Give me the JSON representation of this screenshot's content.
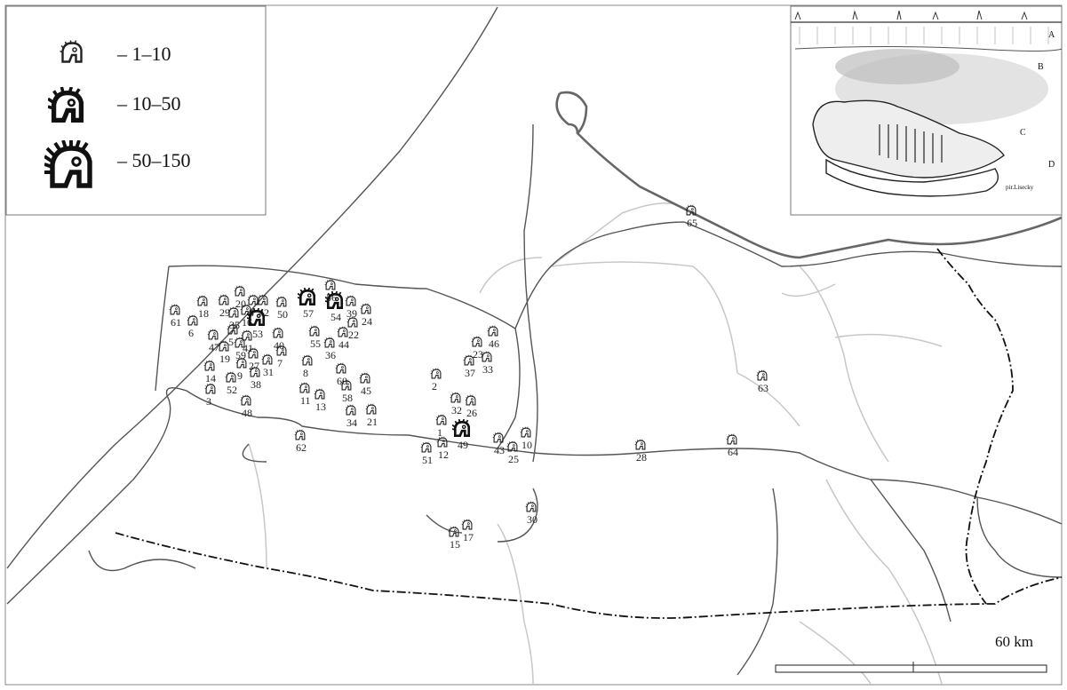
{
  "legend": {
    "entries": [
      {
        "size": "small",
        "label": "– 1–10"
      },
      {
        "size": "medium",
        "label": "– 10–50"
      },
      {
        "size": "large",
        "label": "– 50–150"
      }
    ]
  },
  "scale": {
    "label": "60 km"
  },
  "inset": {
    "layer_labels": [
      "A",
      "B",
      "C",
      "D"
    ],
    "signature": "pir.Lisecky"
  },
  "sites": [
    {
      "id": "1",
      "size": "small"
    },
    {
      "id": "2",
      "size": "small"
    },
    {
      "id": "3",
      "size": "small"
    },
    {
      "id": "4",
      "size": "small"
    },
    {
      "id": "5",
      "size": "small"
    },
    {
      "id": "6",
      "size": "small"
    },
    {
      "id": "7",
      "size": "small"
    },
    {
      "id": "8",
      "size": "small"
    },
    {
      "id": "9",
      "size": "small"
    },
    {
      "id": "10",
      "size": "small"
    },
    {
      "id": "11",
      "size": "small"
    },
    {
      "id": "12",
      "size": "small"
    },
    {
      "id": "13",
      "size": "small"
    },
    {
      "id": "14",
      "size": "small"
    },
    {
      "id": "15",
      "size": "small"
    },
    {
      "id": "16",
      "size": "small"
    },
    {
      "id": "17",
      "size": "small"
    },
    {
      "id": "18",
      "size": "small"
    },
    {
      "id": "19",
      "size": "small"
    },
    {
      "id": "20",
      "size": "small"
    },
    {
      "id": "21",
      "size": "small"
    },
    {
      "id": "22",
      "size": "small"
    },
    {
      "id": "23",
      "size": "small"
    },
    {
      "id": "24",
      "size": "small"
    },
    {
      "id": "25",
      "size": "small"
    },
    {
      "id": "26",
      "size": "small"
    },
    {
      "id": "27",
      "size": "small"
    },
    {
      "id": "28",
      "size": "small"
    },
    {
      "id": "29",
      "size": "small"
    },
    {
      "id": "30",
      "size": "small"
    },
    {
      "id": "31",
      "size": "small"
    },
    {
      "id": "32",
      "size": "small"
    },
    {
      "id": "33",
      "size": "small"
    },
    {
      "id": "34",
      "size": "small"
    },
    {
      "id": "35",
      "size": "small"
    },
    {
      "id": "36",
      "size": "small"
    },
    {
      "id": "37",
      "size": "small"
    },
    {
      "id": "38",
      "size": "small"
    },
    {
      "id": "39",
      "size": "small"
    },
    {
      "id": "40",
      "size": "small"
    },
    {
      "id": "41",
      "size": "small"
    },
    {
      "id": "42",
      "size": "small"
    },
    {
      "id": "43",
      "size": "small"
    },
    {
      "id": "44",
      "size": "small"
    },
    {
      "id": "45",
      "size": "small"
    },
    {
      "id": "46",
      "size": "small"
    },
    {
      "id": "47",
      "size": "small"
    },
    {
      "id": "48",
      "size": "small"
    },
    {
      "id": "49",
      "size": "medium"
    },
    {
      "id": "50",
      "size": "small"
    },
    {
      "id": "51",
      "size": "small"
    },
    {
      "id": "52",
      "size": "small"
    },
    {
      "id": "53",
      "size": "medium"
    },
    {
      "id": "54",
      "size": "medium"
    },
    {
      "id": "55",
      "size": "small"
    },
    {
      "id": "56",
      "size": "small"
    },
    {
      "id": "57",
      "size": "medium"
    },
    {
      "id": "58",
      "size": "small"
    },
    {
      "id": "59",
      "size": "small"
    },
    {
      "id": "60",
      "size": "small"
    },
    {
      "id": "61",
      "size": "small"
    },
    {
      "id": "62",
      "size": "small"
    },
    {
      "id": "63",
      "size": "small"
    },
    {
      "id": "64",
      "size": "small"
    },
    {
      "id": "65",
      "size": "small"
    }
  ],
  "colors": {
    "border": "#c9c9c9",
    "river": "#bdbdbd",
    "coast": "#555555",
    "ink": "#222222"
  }
}
